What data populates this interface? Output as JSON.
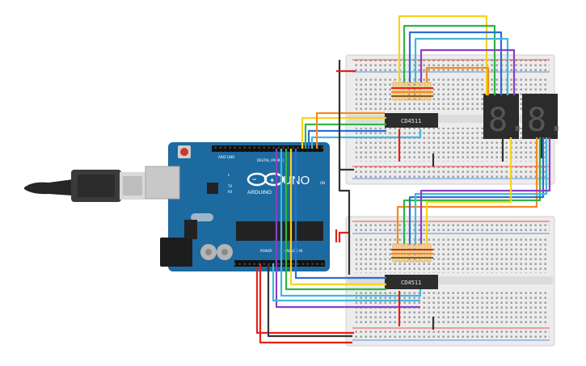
{
  "canvas": {
    "board": {
      "logo_text": "ARDUINO",
      "model_text": "UNO",
      "digital_label": "DIGITAL (PWM~)",
      "power_label": "POWER",
      "analog_label": "ANALOG IN",
      "on_label": "ON",
      "tx_label": "TX",
      "rx_label": "RX",
      "l_label": "L",
      "aref_label": "AREF",
      "gnd_label": "GND"
    },
    "chips": [
      {
        "label": "CD4511"
      },
      {
        "label": "CD4511"
      }
    ],
    "displays": [
      {
        "digit": "8."
      },
      {
        "digit": "8."
      }
    ],
    "colors": {
      "board": "#1c6aa0",
      "breadboard": "#ececec",
      "wire_red": "#e32119",
      "wire_black": "#333333",
      "wire_yellow": "#f4d51b",
      "wire_green": "#2fb546",
      "wire_blue": "#2a6fd6",
      "wire_cyan": "#3fb8e0",
      "wire_purple": "#8c3fc4",
      "wire_orange": "#f28b20",
      "resistor": "#f6d08a",
      "chip": "#2d2d2d",
      "segment_display": "#2b2b2b"
    },
    "icons": [
      "usb-cable-icon",
      "reset-button-icon",
      "infinity-logo-icon"
    ]
  }
}
